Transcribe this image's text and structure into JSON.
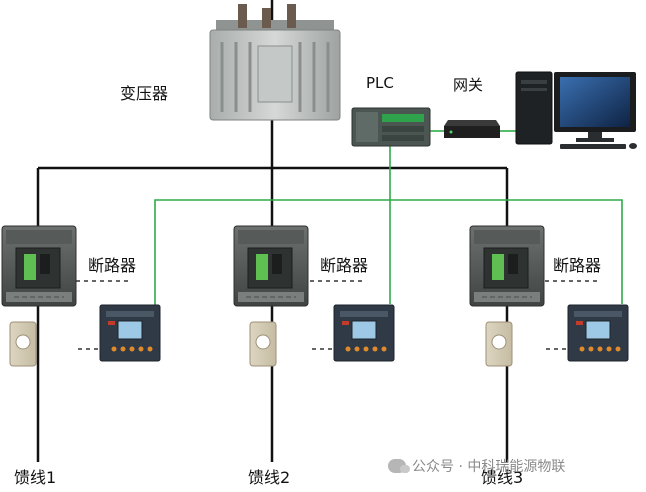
{
  "labels": {
    "transformer": "变压器",
    "plc": "PLC",
    "gateway": "网关",
    "breaker_1": "断路器",
    "breaker_2": "断路器",
    "breaker_3": "断路器",
    "feeder_1": "馈线1",
    "feeder_2": "馈线2",
    "feeder_3": "馈线3"
  },
  "watermark": {
    "source": "公众号 · 中科瑞能源物联"
  },
  "icons": {
    "transformer": "transformer-icon",
    "plc": "plc-icon",
    "gateway": "gateway-icon",
    "computer": "computer-icon",
    "breaker": "circuit-breaker-icon",
    "meter": "protection-meter-icon",
    "ct": "current-transformer-icon",
    "watermark": "wechat-icon"
  },
  "colors": {
    "power_line": "#111111",
    "comm_line": "#2faa4a",
    "signal_line": "#333333"
  }
}
